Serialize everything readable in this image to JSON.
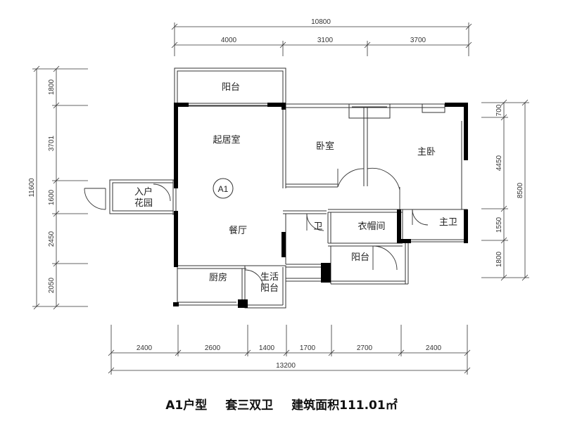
{
  "dims_top": {
    "overall": "10800",
    "segments": [
      "4000",
      "3100",
      "3700"
    ]
  },
  "dims_bottom": {
    "overall": "13200",
    "segments": [
      "2400",
      "2600",
      "1400",
      "1700",
      "2700",
      "2400"
    ]
  },
  "dims_left": {
    "overall": "11600",
    "segments": [
      "1800",
      "3701",
      "1600",
      "2450",
      "2050"
    ]
  },
  "dims_right": {
    "overall": "8500",
    "segments": [
      "700",
      "4450",
      "1550",
      "1800"
    ]
  },
  "rooms": {
    "balcony_top": "阳台",
    "living": "起居室",
    "bedroom": "卧室",
    "master": "主卧",
    "entry_line1": "入户",
    "entry_line2": "花园",
    "unit_tag": "A1",
    "dining": "餐厅",
    "bath": "卫",
    "closet": "衣帽间",
    "master_bath": "主卫",
    "balcony_mid": "阳台",
    "kitchen": "厨房",
    "service_line1": "生活",
    "service_line2": "阳台"
  },
  "caption": {
    "type": "A1户型",
    "layout": "套三双卫",
    "area": "建筑面积111.01㎡"
  }
}
